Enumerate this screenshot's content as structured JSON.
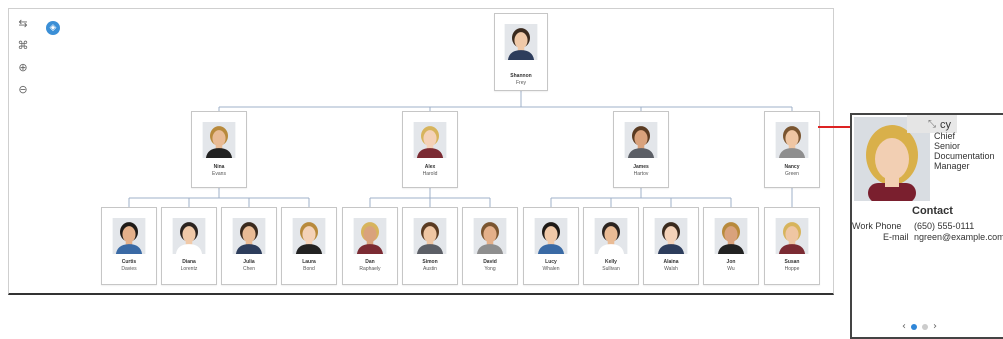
{
  "org": {
    "root": {
      "first": "Shannon",
      "last": "Frey"
    },
    "managers": [
      {
        "first": "Nina",
        "last": "Evans"
      },
      {
        "first": "Alex",
        "last": "Harold"
      },
      {
        "first": "James",
        "last": "Hartov"
      },
      {
        "first": "Nancy",
        "last": "Green"
      }
    ],
    "employees": [
      {
        "first": "Curtis",
        "last": "Davies"
      },
      {
        "first": "Diana",
        "last": "Lorentz"
      },
      {
        "first": "Julia",
        "last": "Chen"
      },
      {
        "first": "Laura",
        "last": "Bond"
      },
      {
        "first": "Dan",
        "last": "Raphaely"
      },
      {
        "first": "Simon",
        "last": "Austin"
      },
      {
        "first": "David",
        "last": "Yong"
      },
      {
        "first": "Lucy",
        "last": "Whalen"
      },
      {
        "first": "Kelly",
        "last": "Sullivan"
      },
      {
        "first": "Alaina",
        "last": "Walsh"
      },
      {
        "first": "Jon",
        "last": "Wu"
      },
      {
        "first": "Susan",
        "last": "Hoppe"
      }
    ]
  },
  "toolbar": {
    "icons": [
      "layout-icon",
      "fit-icon",
      "zoom-in-icon",
      "zoom-out-icon"
    ],
    "mode_icon": "compass-icon"
  },
  "detail": {
    "name_partial": "cy",
    "title_lines": [
      "Chief",
      "Senior",
      "Documentation",
      "Manager"
    ],
    "contact_heading": "Contact",
    "work_phone_label": "Work Phone",
    "work_phone_value": "(650) 555-0111",
    "email_label": "E-mail",
    "email_value": "ngreen@example.com",
    "prev_glyph": "‹",
    "next_glyph": "›"
  },
  "colors": {
    "line": "#9fb0c8",
    "accent": "#2f86d8",
    "connector": "#dd2222"
  }
}
